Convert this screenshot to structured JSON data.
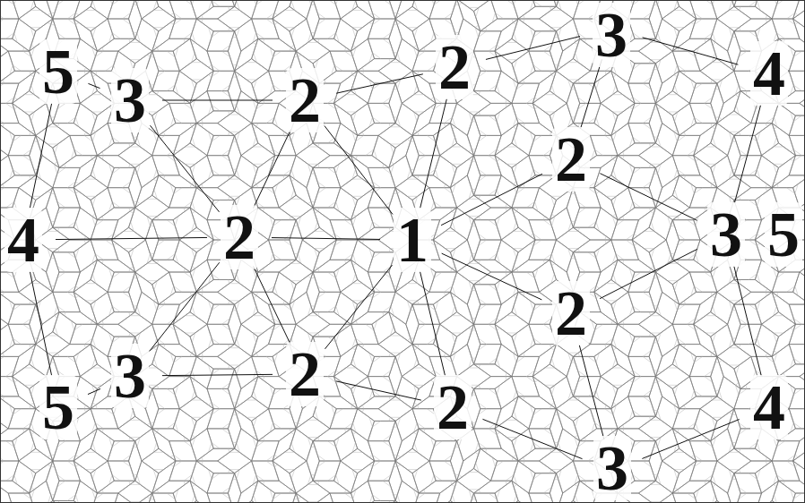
{
  "diagram": {
    "labels": [
      "5",
      "3",
      "2",
      "2",
      "3",
      "4",
      "2",
      "4",
      "2",
      "1",
      "3",
      "5",
      "2",
      "3",
      "2",
      "5",
      "2",
      "4",
      "3"
    ]
  }
}
